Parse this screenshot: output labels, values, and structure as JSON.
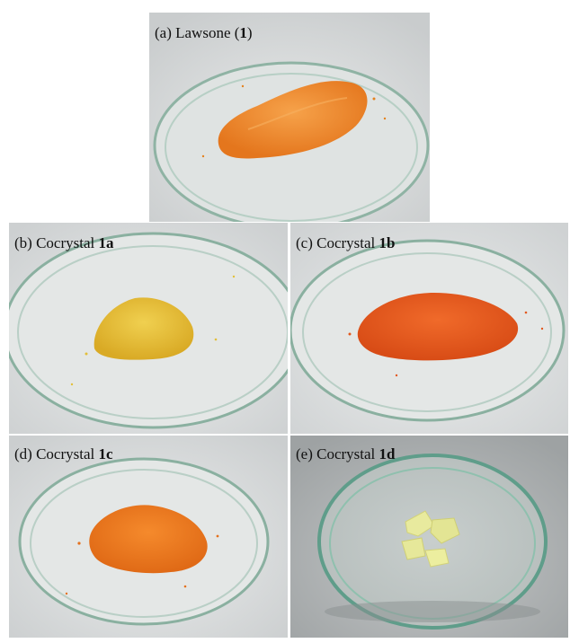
{
  "panels": [
    {
      "id": "a",
      "label_prefix": "(a) Lawsone (",
      "label_bold": "1",
      "label_suffix": ")"
    },
    {
      "id": "b",
      "label_prefix": "(b) Cocrystal ",
      "label_bold": "1a",
      "label_suffix": ""
    },
    {
      "id": "c",
      "label_prefix": "(c) Cocrystal ",
      "label_bold": "1b",
      "label_suffix": ""
    },
    {
      "id": "d",
      "label_prefix": "(d) Cocrystal ",
      "label_bold": "1c",
      "label_suffix": ""
    },
    {
      "id": "e",
      "label_prefix": "(e) Cocrystal ",
      "label_bold": "1d",
      "label_suffix": ""
    }
  ],
  "colors": {
    "lawsone_powder": "#f0882a",
    "cocrystal_1a": "#e8c23a",
    "cocrystal_1b": "#e8581e",
    "cocrystal_1c": "#f07a1e",
    "cocrystal_1d": "#e6e79a"
  }
}
